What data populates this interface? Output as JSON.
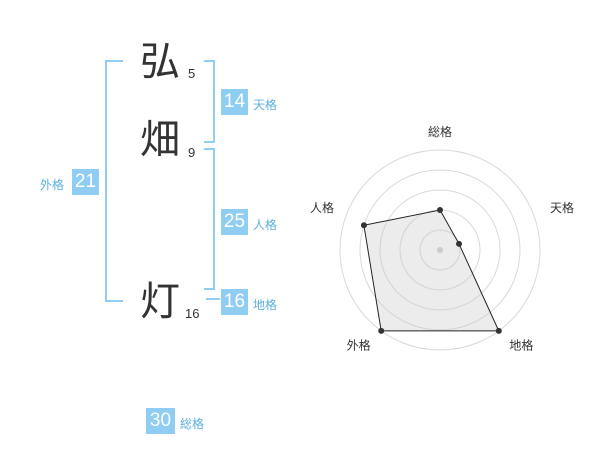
{
  "name": {
    "chars": [
      {
        "char": "弘",
        "strokes": "5"
      },
      {
        "char": "畑",
        "strokes": "9"
      },
      {
        "char": "灯",
        "strokes": "16"
      }
    ]
  },
  "fortune": {
    "tenkaku": {
      "value": "14",
      "label": "天格"
    },
    "jinkaku": {
      "value": "25",
      "label": "人格"
    },
    "chikaku": {
      "value": "16",
      "label": "地格"
    },
    "gaikaku": {
      "value": "21",
      "label": "外格"
    },
    "soukaku": {
      "value": "30",
      "label": "総格"
    }
  },
  "colors": {
    "accent": "#8fcdf2",
    "label": "#5ab0e0",
    "text": "#333333"
  },
  "chart_data": {
    "type": "radar",
    "axes": [
      "総格",
      "天格",
      "地格",
      "外格",
      "人格"
    ],
    "values": [
      2,
      1,
      5,
      5,
      4
    ],
    "rmax": 5,
    "rings": 5
  }
}
